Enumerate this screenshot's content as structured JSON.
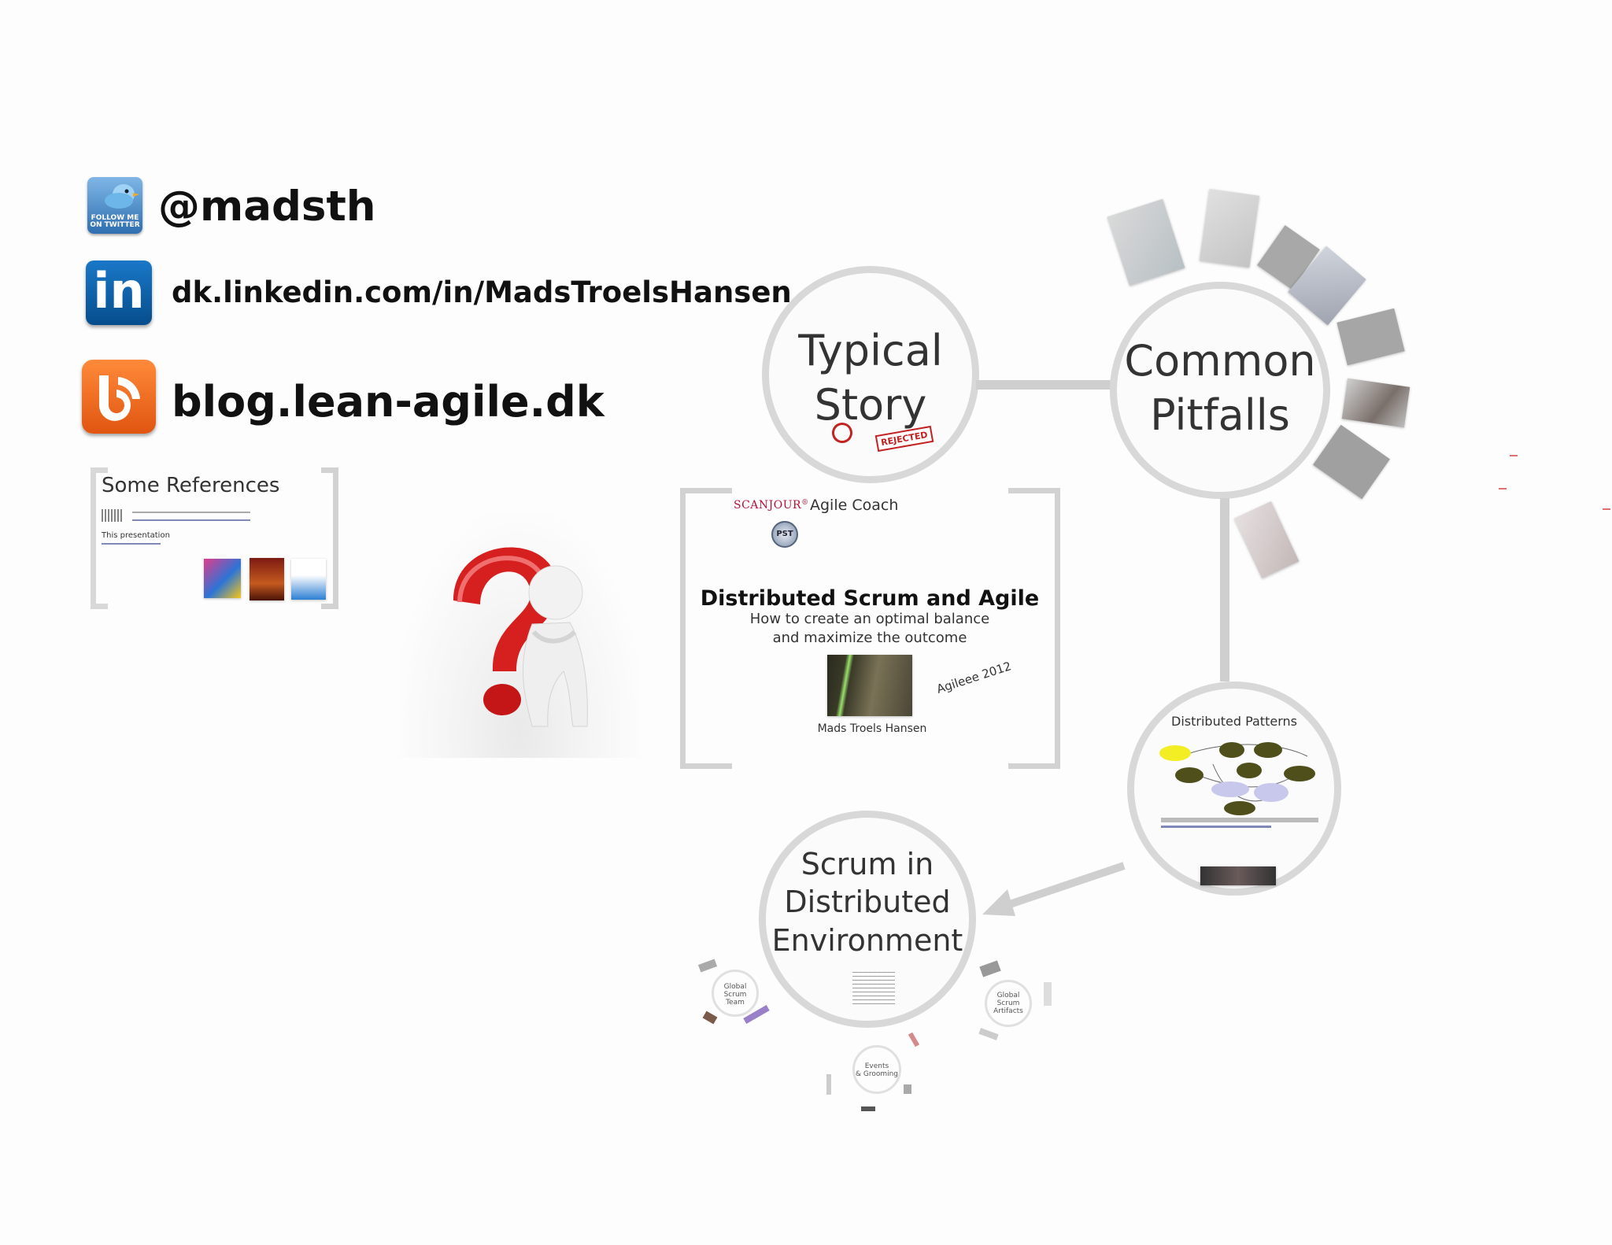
{
  "contacts": {
    "twitter": {
      "handle": "@madsth",
      "badge_text": "FOLLOW ME ON TWITTER"
    },
    "linkedin": {
      "url": "dk.linkedin.com/in/MadsTroelsHansen",
      "icon_text": "in"
    },
    "blog": {
      "url": "blog.lean-agile.dk"
    }
  },
  "references_frame": {
    "title": "Some References",
    "this_presentation": "This presentation"
  },
  "typical_story": {
    "title_line1": "Typical",
    "title_line2": "Story",
    "stamp": "REJECTED"
  },
  "common_pitfalls": {
    "title_line1": "Common",
    "title_line2": "Pitfalls"
  },
  "title_frame": {
    "company": "SCANJOUR",
    "company_mark": "®",
    "role": "Agile Coach",
    "cert_badge": "PST",
    "heading": "Distributed Scrum and Agile",
    "subtitle_line1": "How to create an optimal balance",
    "subtitle_line2": "and maximize the outcome",
    "event": "Agileee 2012",
    "author": "Mads Troels Hansen"
  },
  "distributed_patterns": {
    "title": "Distributed Patterns"
  },
  "scrum_env": {
    "title_line1": "Scrum in",
    "title_line2": "Distributed",
    "title_line3": "Environment",
    "sub_team_line1": "Global",
    "sub_team_line2": "Scrum",
    "sub_team_line3": "Team",
    "sub_events_line1": "Events",
    "sub_events_line2": "& Grooming",
    "sub_artifacts_line1": "Global",
    "sub_artifacts_line2": "Scrum",
    "sub_artifacts_line3": "Artifacts"
  },
  "colors": {
    "twitter_blue": "#3c83c6",
    "linkedin_blue": "#0a5fa8",
    "blog_orange": "#f26a1b",
    "question_red": "#d61f1f",
    "circle_border": "#d8d8d8",
    "pattern_node": "#4f4f1c",
    "pattern_highlight": "#f3ee24",
    "scanjour_red": "#b3123c"
  },
  "icons": {
    "twitter": "twitter-bird-icon",
    "linkedin": "linkedin-icon",
    "blog": "blog-rss-icon",
    "question": "question-mark-figure-icon"
  }
}
